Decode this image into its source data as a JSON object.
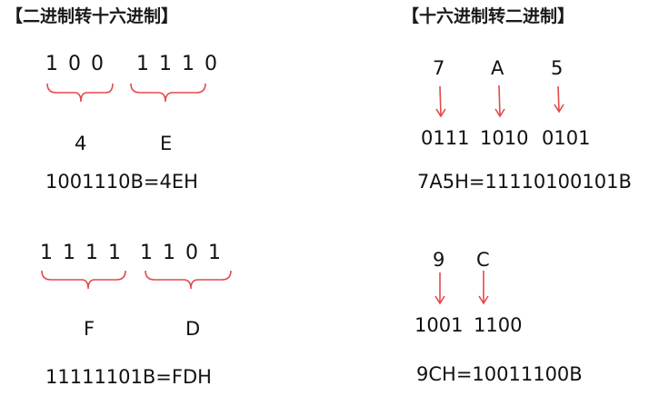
{
  "colors": {
    "brace": "#e34a4a",
    "arrow": "#e34a4a",
    "text": "#111111"
  },
  "left": {
    "heading": "【二进制转十六进制】",
    "example1": {
      "bits_group1": "1 0 0",
      "bits_group2": "1 1 1 0",
      "hex1": "4",
      "hex2": "E",
      "result": "1001110B=4EH"
    },
    "example2": {
      "bits_group1": "1 1 1 1",
      "bits_group2": "1 1 0 1",
      "hex1": "F",
      "hex2": "D",
      "result": "11111101B=FDH"
    }
  },
  "right": {
    "heading": "【十六进制转二进制】",
    "example1": {
      "hex_digits": [
        "7",
        "A",
        "5"
      ],
      "binary_groups": [
        "0111",
        "1010",
        "0101"
      ],
      "result": "7A5H=11110100101B"
    },
    "example2": {
      "hex_digits": [
        "9",
        "C"
      ],
      "binary_groups": [
        "1001",
        "1100"
      ],
      "result": "9CH=10011100B"
    }
  }
}
